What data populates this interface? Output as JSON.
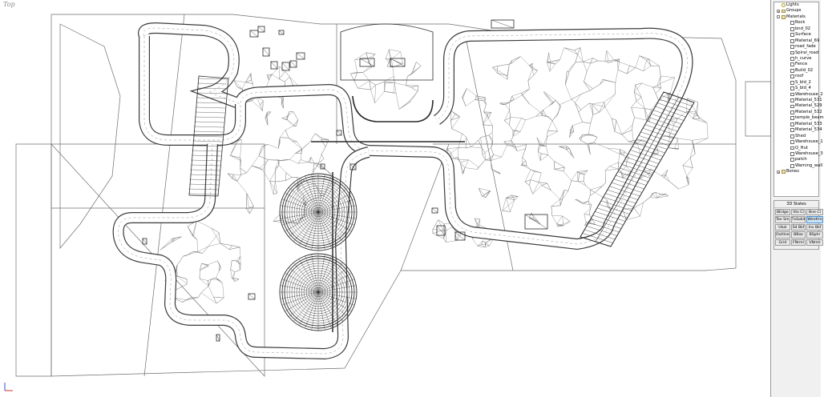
{
  "viewport": {
    "label": "Top"
  },
  "scene_tree": {
    "items": [
      {
        "label": "Lights",
        "icon": "light",
        "expander": ""
      },
      {
        "label": "Groups",
        "icon": "folder",
        "expander": "+"
      },
      {
        "label": "Materials",
        "icon": "folder",
        "expander": "-"
      },
      {
        "label": "Rock",
        "icon": "material",
        "expander": ""
      },
      {
        "label": "bnd_02",
        "icon": "material",
        "expander": ""
      },
      {
        "label": "Surface",
        "icon": "material",
        "expander": ""
      },
      {
        "label": "Material_69",
        "icon": "material",
        "expander": ""
      },
      {
        "label": "road_fade",
        "icon": "material",
        "expander": ""
      },
      {
        "label": "Spiral_road",
        "icon": "material",
        "expander": ""
      },
      {
        "label": "h_curve",
        "icon": "material",
        "expander": ""
      },
      {
        "label": "Fence",
        "icon": "material",
        "expander": ""
      },
      {
        "label": "Build_02",
        "icon": "material",
        "expander": ""
      },
      {
        "label": "roof",
        "icon": "material",
        "expander": ""
      },
      {
        "label": "S_bld_2",
        "icon": "material",
        "expander": ""
      },
      {
        "label": "S_bld_4",
        "icon": "material",
        "expander": ""
      },
      {
        "label": "Warehouse_2",
        "icon": "material",
        "expander": ""
      },
      {
        "label": "Material_531",
        "icon": "material",
        "expander": ""
      },
      {
        "label": "Material_529",
        "icon": "material",
        "expander": ""
      },
      {
        "label": "Material_532",
        "icon": "material",
        "expander": ""
      },
      {
        "label": "temple_beam",
        "icon": "material",
        "expander": ""
      },
      {
        "label": "Material_533",
        "icon": "material",
        "expander": ""
      },
      {
        "label": "Material_534",
        "icon": "material",
        "expander": ""
      },
      {
        "label": "Shed",
        "icon": "material",
        "expander": ""
      },
      {
        "label": "Warehouse_1",
        "icon": "material",
        "expander": ""
      },
      {
        "label": "Q_Hut",
        "icon": "material",
        "expander": ""
      },
      {
        "label": "Warehouse_3",
        "icon": "material",
        "expander": ""
      },
      {
        "label": "patch",
        "icon": "material",
        "expander": ""
      },
      {
        "label": "Warning_wall",
        "icon": "material",
        "expander": ""
      },
      {
        "label": "Bones",
        "icon": "folder",
        "expander": "+"
      }
    ]
  },
  "states_panel": {
    "title": "3D States",
    "buttons": [
      {
        "label": "BEdge",
        "active": false
      },
      {
        "label": "Vtx Cl",
        "active": false
      },
      {
        "label": "Bne Cl",
        "active": false
      },
      {
        "label": "Tex Sm",
        "active": false
      },
      {
        "label": "TxSolid",
        "active": false
      },
      {
        "label": "Wirefrm",
        "active": true
      },
      {
        "label": "Ukal",
        "active": false
      },
      {
        "label": "Sd Bkf",
        "active": false
      },
      {
        "label": "Inv Bkf",
        "active": false
      },
      {
        "label": "Outline",
        "active": false
      },
      {
        "label": "BBox",
        "active": false
      },
      {
        "label": "BSphr",
        "active": false
      },
      {
        "label": "Grid",
        "active": false
      },
      {
        "label": "FNrml",
        "active": false
      },
      {
        "label": "VNrml",
        "active": false
      }
    ]
  },
  "colors": {
    "wire": "#3a3a3a",
    "active_button": "#cfe3f5",
    "axis_x": "#d03030",
    "axis_y": "#3050c8"
  }
}
